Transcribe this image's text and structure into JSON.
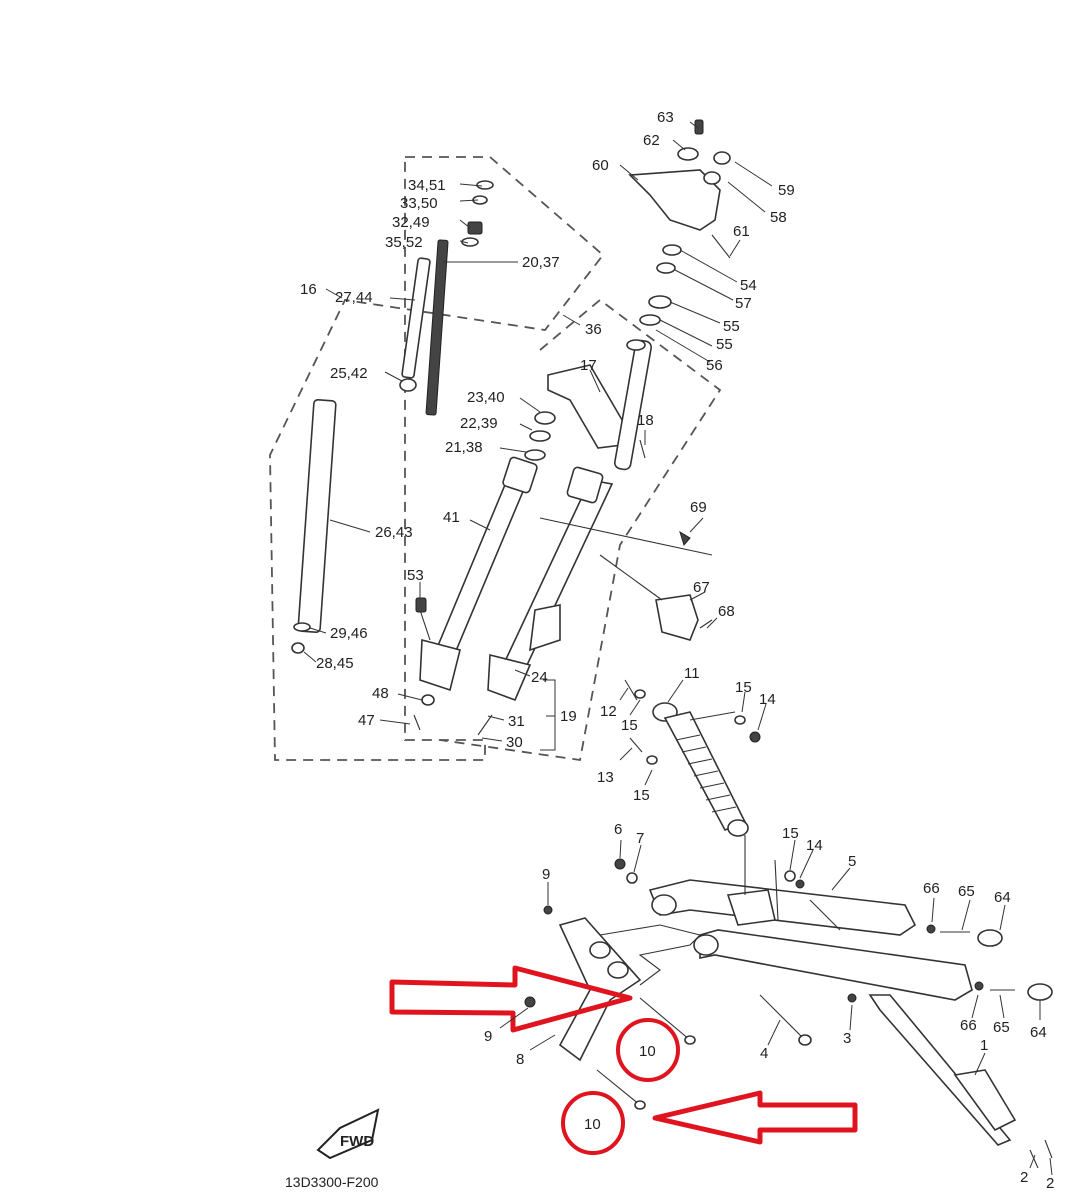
{
  "diagram_code": "13D3300-F200",
  "fwd_label": "FWD",
  "highlight_color": "#e0141e",
  "callouts": {
    "p63": "63",
    "p62": "62",
    "p60": "60",
    "p59": "59",
    "p58": "58",
    "p61": "61",
    "p54": "54",
    "p57": "57",
    "p55a": "55",
    "p55b": "55",
    "p56": "56",
    "p36": "36",
    "p17": "17",
    "p18": "18",
    "p69": "69",
    "p67": "67",
    "p68": "68",
    "p34_51": "34,51",
    "p33_50": "33,50",
    "p32_49": "32,49",
    "p35_52": "35,52",
    "p20_37": "20,37",
    "p16": "16",
    "p27_44": "27,44",
    "p25_42": "25,42",
    "p23_40": "23,40",
    "p22_39": "22,39",
    "p21_38": "21,38",
    "p41": "41",
    "p26_43": "26,43",
    "p53": "53",
    "p29_46": "29,46",
    "p28_45": "28,45",
    "p48": "48",
    "p47": "47",
    "p24": "24",
    "p31": "31",
    "p19": "19",
    "p30": "30",
    "p11": "11",
    "p12": "12",
    "p15a": "15",
    "p14a": "14",
    "p13": "13",
    "p15b": "15",
    "p6": "6",
    "p7": "7",
    "p15c": "15",
    "p14b": "14",
    "p5": "5",
    "p66a": "66",
    "p65a": "65",
    "p64a": "64",
    "p9a": "9",
    "p9b": "9",
    "p8": "8",
    "p10a": "10",
    "p10b": "10",
    "p4": "4",
    "p3": "3",
    "p66b": "66",
    "p65b": "65",
    "p64b": "64",
    "p1": "1",
    "p2a": "2",
    "p2b": "2"
  }
}
